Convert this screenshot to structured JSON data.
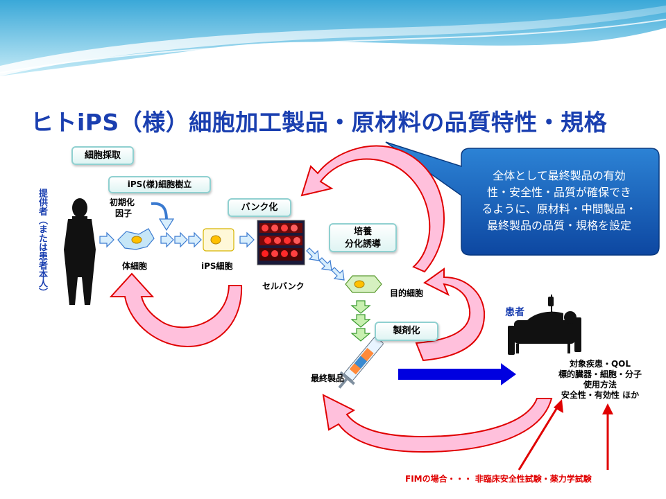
{
  "title": "ヒトiPS（様）細胞加工製品・原材料の品質特性・規格",
  "donor_label": "提供者（または患者本人）",
  "steps": {
    "cell_collection": "細胞採取",
    "ips_establishment": "iPS(様)細胞樹立",
    "banking": "バンク化",
    "culture_line1": "培養",
    "culture_line2": "分化誘導",
    "formulation": "製剤化"
  },
  "factor_label_line1": "初期化",
  "factor_label_line2": "因子",
  "somatic_cell": "体細胞",
  "ips_cell": "iPS細胞",
  "cell_bank": "セルバンク",
  "target_cell": "目的細胞",
  "final_product": "最終製品",
  "patient": "患者",
  "callout": {
    "line1": "全体として最終製品の有効",
    "line2": "性・安全性・品質が確保でき",
    "line3": "るように、原材料・中間製品・",
    "line4": "最終製品の品質・規格を設定"
  },
  "target_info": {
    "line1": "対象疾患・QOL",
    "line2": "標的臓器・細胞・分子",
    "line3": "使用方法",
    "line4": "安全性・有効性 ほか"
  },
  "fim_note": "FIMの場合・・・ 非臨床安全性試験・薬力学試験",
  "colors": {
    "title": "#1a3fb0",
    "callout_fill": "#1565c0",
    "loop_arrow_fill": "#ffc0dc",
    "loop_arrow_stroke": "#e00000",
    "flow_arrow": "#0000e0",
    "fim_text": "#e00000"
  }
}
